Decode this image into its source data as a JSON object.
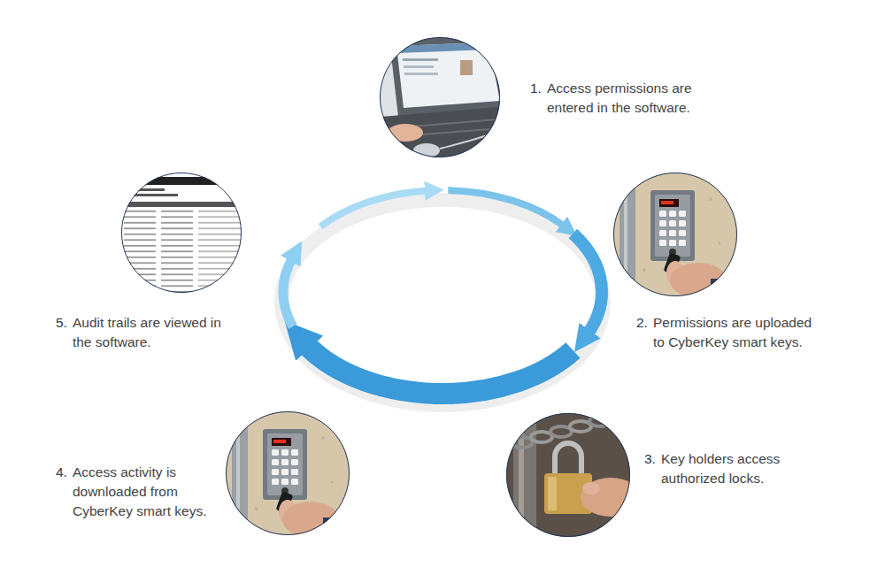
{
  "diagram": {
    "nodes": [
      {
        "text": [
          "1.",
          "Access permissions are entered in the software."
        ]
      },
      {
        "text": [
          "2.",
          "Permissions are uploaded to CyberKey smart keys."
        ]
      },
      {
        "text": [
          "3.",
          "Key holders access authorized locks."
        ]
      },
      {
        "text": [
          "4.",
          "Access activity is downloaded from CyberKey smart keys."
        ]
      },
      {
        "text": [
          "5.",
          "Audit trails are viewed in the software."
        ]
      }
    ]
  }
}
